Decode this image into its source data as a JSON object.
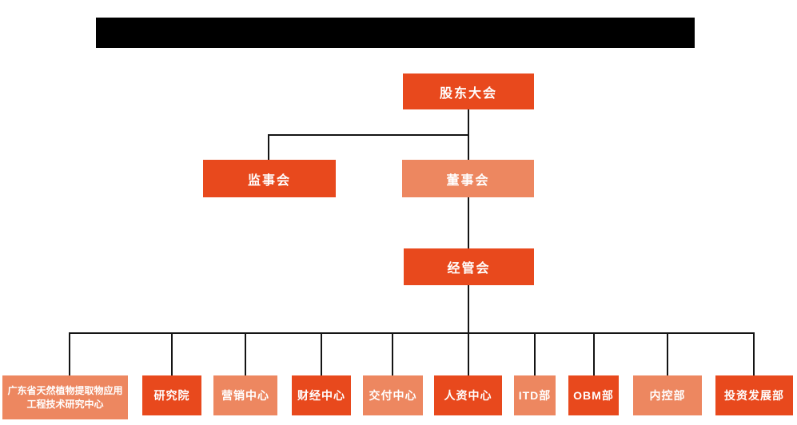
{
  "header": {
    "redacted_bar": true
  },
  "colors": {
    "primary_orange": "#E8491D",
    "secondary_salmon": "#ED8760",
    "connector_line": "#141414",
    "node_text": "#FFFFFF",
    "background": "#FFFFFF"
  },
  "org_chart": {
    "root": {
      "label": "股东大会",
      "color": "#E8491D"
    },
    "level2": [
      {
        "label": "监事会",
        "color": "#E8491D"
      },
      {
        "label": "董事会",
        "color": "#ED8760"
      }
    ],
    "level3": {
      "label": "经管会",
      "color": "#E8491D"
    },
    "departments": [
      {
        "label": "广东省天然植物提取物应用工程技术研究中心",
        "color": "#ED8760"
      },
      {
        "label": "研究院",
        "color": "#E8491D"
      },
      {
        "label": "营销中心",
        "color": "#ED8760"
      },
      {
        "label": "财经中心",
        "color": "#E8491D"
      },
      {
        "label": "交付中心",
        "color": "#ED8760"
      },
      {
        "label": "人资中心",
        "color": "#E8491D"
      },
      {
        "label": "ITD部",
        "color": "#ED8760"
      },
      {
        "label": "OBM部",
        "color": "#E8491D"
      },
      {
        "label": "内控部",
        "color": "#ED8760"
      },
      {
        "label": "投资发展部",
        "color": "#E8491D"
      }
    ]
  }
}
